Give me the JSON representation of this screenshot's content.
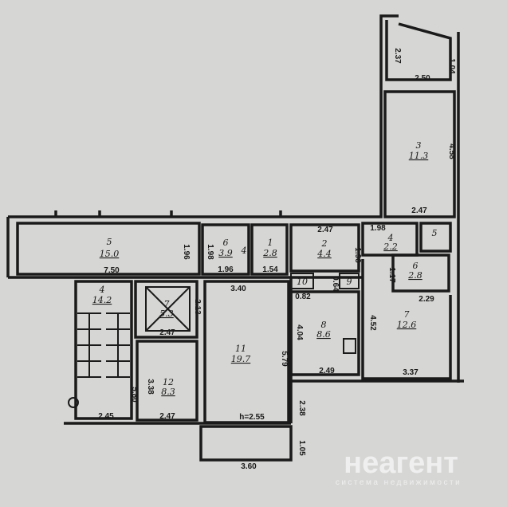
{
  "rooms": [
    {
      "number": "5",
      "area": "15.0"
    },
    {
      "number": "6",
      "area": "3.9"
    },
    {
      "number": "1",
      "area": "2.8"
    },
    {
      "number": "2",
      "area": "4.4"
    },
    {
      "number": "4",
      "area": "14.2"
    },
    {
      "number": "7",
      "area": "5.3"
    },
    {
      "number": "12",
      "area": "8.3"
    },
    {
      "number": "11",
      "area": "19.7"
    },
    {
      "number": "8",
      "area": "8.6"
    },
    {
      "number": "7",
      "area": "12.6"
    },
    {
      "number": "3",
      "area": "11.3"
    },
    {
      "number": "4",
      "area": "2.2"
    },
    {
      "number": "5"
    },
    {
      "number": "6",
      "area": "2.8"
    },
    {
      "number": "10"
    },
    {
      "number": "9"
    },
    {
      "number": "4"
    }
  ],
  "dimensions": [
    "7.50",
    "1.96",
    "1.98",
    "1.96",
    "1.54",
    "2.47",
    "1.96",
    "3.40",
    "2.13",
    "2.47",
    "3.38",
    "5.80",
    "2.45",
    "2.47",
    "5.79",
    "h=2.55",
    "2.38",
    "1.05",
    "3.60",
    "0.82",
    "0.64",
    "4.04",
    "2.49",
    "4.52",
    "1.17",
    "2.29",
    "3.37",
    "1.98",
    "2.47",
    "4.58",
    "2.50",
    "2.37",
    "1.04"
  ],
  "watermark": {
    "brand": "неагент",
    "tagline": "система недвижимости"
  }
}
